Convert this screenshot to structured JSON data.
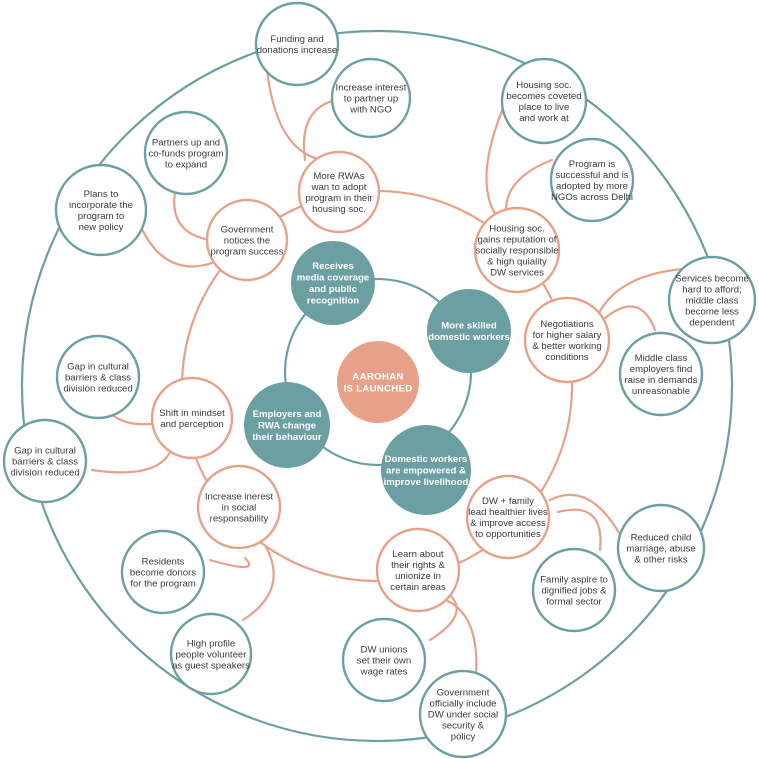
{
  "colors": {
    "teal": "#6b9fa1",
    "salmon": "#e7a189",
    "text": "#3a3a3a",
    "white": "#ffffff"
  },
  "center": {
    "lines": [
      "AAROHAN",
      "IS LAUNCHED"
    ]
  },
  "inner_nodes": [
    {
      "name": "node-media-coverage",
      "lines": [
        "Receives",
        "media coverage",
        "and public",
        "recognition"
      ]
    },
    {
      "name": "node-skilled-workers",
      "lines": [
        "More skilled",
        "domestic workers"
      ]
    },
    {
      "name": "node-workers-empowered",
      "lines": [
        "Domestic workers",
        "are empowered &",
        "improve livelihood"
      ]
    },
    {
      "name": "node-employers-change",
      "lines": [
        "Employers and",
        "RWA change",
        "their behaviour"
      ]
    }
  ],
  "nodes": [
    {
      "name": "node-funding-donations",
      "lines": [
        "Funding and",
        "donations increase"
      ]
    },
    {
      "name": "node-increase-interest-ngo",
      "lines": [
        "Increase interest",
        "to partner up",
        "with NGO"
      ]
    },
    {
      "name": "node-partners-up",
      "lines": [
        "Partners up and",
        "co-funds program",
        "to expand"
      ]
    },
    {
      "name": "node-plans-policy",
      "lines": [
        "Plans to",
        "incorporate the",
        "program to",
        "new policy"
      ]
    },
    {
      "name": "node-more-rwas",
      "lines": [
        "More RWAs",
        "wan to adopt",
        "program in their",
        "housing soc."
      ]
    },
    {
      "name": "node-government-notices",
      "lines": [
        "Government",
        "notices the",
        "program success"
      ]
    },
    {
      "name": "node-housing-coveted",
      "lines": [
        "Housing soc.",
        "becomes coveted",
        "place to live",
        "and work at"
      ]
    },
    {
      "name": "node-program-successful",
      "lines": [
        "Program is",
        "successful and is",
        "adopted by more",
        "NGOs across Delhi"
      ]
    },
    {
      "name": "node-housing-reputation",
      "lines": [
        "Housing soc.",
        "gains reputation of",
        "socially responsible",
        "& high quiality",
        "DW services"
      ]
    },
    {
      "name": "node-services-hard",
      "lines": [
        "Services become",
        "hard to afford;",
        "middle class",
        "become less",
        "dependent"
      ]
    },
    {
      "name": "node-negotiations",
      "lines": [
        "Negotiations",
        "for higher salary",
        "& better working",
        "conditions"
      ]
    },
    {
      "name": "node-middle-class",
      "lines": [
        "Middle class",
        "employers find",
        "raise in demands",
        "unreasonable"
      ]
    },
    {
      "name": "node-gap-cultural-inner",
      "lines": [
        "Gap in cultural",
        "barriers & class",
        "division reduced"
      ]
    },
    {
      "name": "node-shift-mindset",
      "lines": [
        "Shift in mindset",
        "and perception"
      ]
    },
    {
      "name": "node-gap-cultural-outer",
      "lines": [
        "Gap in cultural",
        "barriers & class",
        "division reduced"
      ]
    },
    {
      "name": "node-increase-inerest",
      "lines": [
        "Increase inerest",
        "in social",
        "responsability"
      ]
    },
    {
      "name": "node-residents-donors",
      "lines": [
        "Residents",
        "become donors",
        "for the program"
      ]
    },
    {
      "name": "node-high-profile",
      "lines": [
        "High profile",
        "people volunteer",
        "as guest speakers"
      ]
    },
    {
      "name": "node-dw-family",
      "lines": [
        "DW + family",
        "lead healthier lives",
        "& improve access",
        "to opportunities"
      ]
    },
    {
      "name": "node-reduced-child",
      "lines": [
        "Reduced child",
        "marriage, abuse",
        "& other risks"
      ]
    },
    {
      "name": "node-family-aspire",
      "lines": [
        "Family aspire to",
        "dignified jobs &",
        "formal sector"
      ]
    },
    {
      "name": "node-learn-rights",
      "lines": [
        "Learn about",
        "their rights &",
        "unionize in",
        "certain areas"
      ]
    },
    {
      "name": "node-dw-unions",
      "lines": [
        "DW unions",
        "set their own",
        "wage rates"
      ]
    },
    {
      "name": "node-government-officially",
      "lines": [
        "Government",
        "officially include",
        "DW under social",
        "security &",
        "policy"
      ]
    }
  ]
}
